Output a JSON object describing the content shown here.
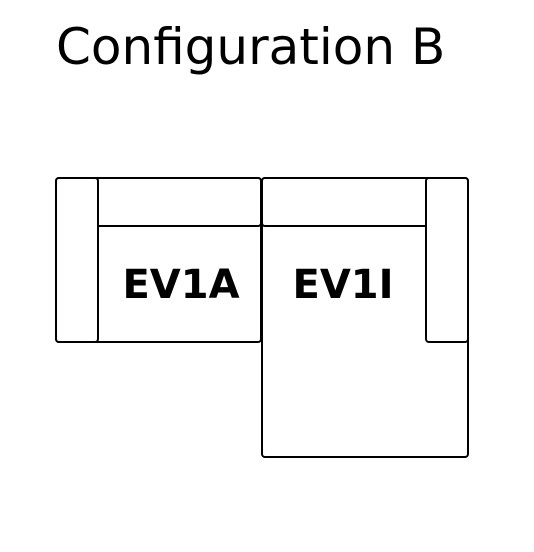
{
  "title": "Configuration B",
  "modules": [
    {
      "code": "EV1A"
    },
    {
      "code": "EV1I"
    }
  ],
  "colors": {
    "line": "#000000",
    "background": "#ffffff"
  }
}
